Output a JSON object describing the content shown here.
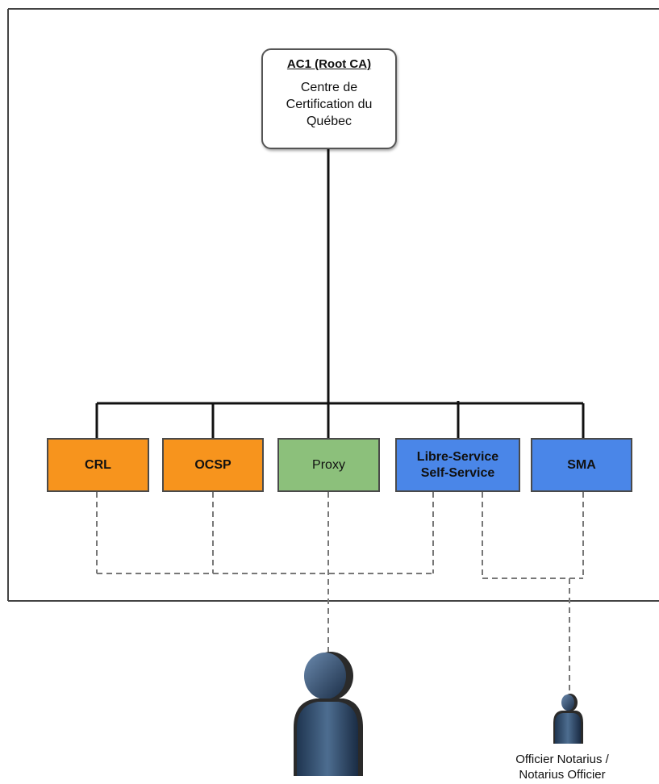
{
  "root": {
    "title": "AC1 (Root CA)",
    "subtitle": "Centre de Certification du Québec"
  },
  "nodes": [
    {
      "id": "crl",
      "label": "CRL",
      "color": "#f7941d"
    },
    {
      "id": "ocsp",
      "label": "OCSP",
      "color": "#f7941d"
    },
    {
      "id": "proxy",
      "label": "Proxy",
      "color": "#8cc07b"
    },
    {
      "id": "libre",
      "label": "Libre-Service Self-Service",
      "color": "#4a86e8"
    },
    {
      "id": "sma",
      "label": "SMA",
      "color": "#4a86e8"
    }
  ],
  "actors": {
    "user_icon": "user-icon",
    "officer_icon": "officer-icon",
    "officer_label": "Officier Notarius / Notarius Officier"
  }
}
